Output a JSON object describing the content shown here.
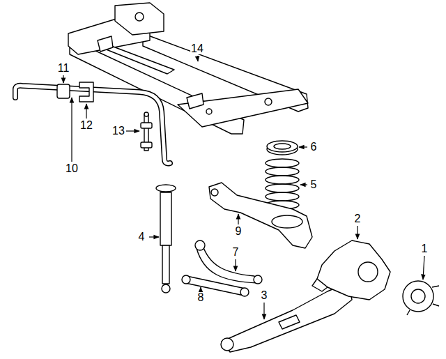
{
  "diagram": {
    "labels": [
      "14",
      "11",
      "12",
      "13",
      "10",
      "6",
      "5",
      "2",
      "9",
      "1",
      "4",
      "7",
      "3",
      "8"
    ]
  }
}
